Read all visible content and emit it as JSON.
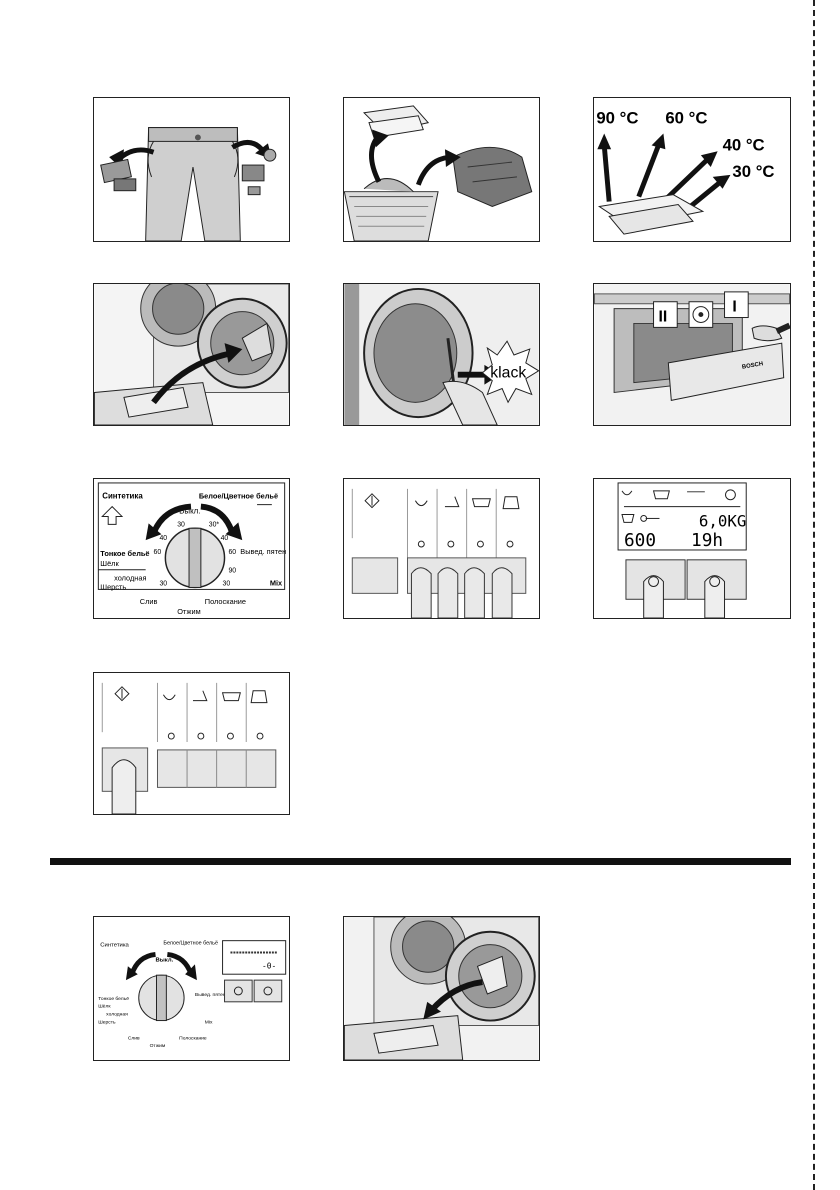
{
  "temps": {
    "t90": "90 °C",
    "t60": "60 °C",
    "t40": "40 °C",
    "t30": "30 °C"
  },
  "door_sound": "klack",
  "drawer": {
    "brand": "BOSCH",
    "compartment_2": "II",
    "compartment_1": "I"
  },
  "dial": {
    "synthetics": "Синтетика",
    "white_color": "Белое/Цветное бельё",
    "off": "Выкл.",
    "delicate": "Тонкое бельё",
    "silk": "Шёлк",
    "cold": "холодная",
    "wool": "Шерсть",
    "stain": "Вывед. пятен",
    "drain": "Слив",
    "rinse": "Полоскание",
    "spin": "Отжим",
    "mix": "Mix",
    "temps_left": [
      "30",
      "40",
      "60",
      "30"
    ],
    "temps_right": [
      "30*",
      "40",
      "60",
      "90",
      "30"
    ],
    "temp_60_right": "60"
  },
  "display": {
    "weight": "6,0KG",
    "speed": "600",
    "time": "19h",
    "small": "-0-"
  }
}
